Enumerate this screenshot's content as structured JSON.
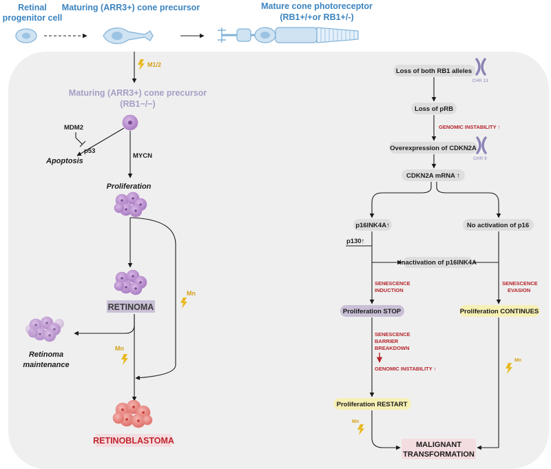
{
  "top": {
    "retinal": [
      "Retinal",
      "progenitor cell"
    ],
    "maturing": "Maturing (ARR3+) cone precursor",
    "mature_line1": "Mature cone photoreceptor",
    "mature_line2": "(RB1+/+or RB1+/-)"
  },
  "left": {
    "m12": "M1/2",
    "maturing_rb": "Maturing (ARR3+) cone precursor",
    "rb1": "(RB1−/−)",
    "mdm2": "MDM2",
    "p53": "p53",
    "apoptosis": "Apoptosis",
    "mycn": "MYCN",
    "proliferation": "Proliferation",
    "retinoma": "RETINOMA",
    "retinoma_maint": [
      "Retinoma",
      "maintenance"
    ],
    "mn": "Mn",
    "retinoblastoma": "RETINOBLASTOMA"
  },
  "right": {
    "loss_both": "Loss of both RB1 alleles",
    "chr13": "CHR 13",
    "loss_prb": "Loss of pRB",
    "genomic_instab": "GENOMIC INSTABILITY ↑",
    "overexpr": "Overexpression of CDKN2A",
    "chr9": "CHR 9",
    "cdkn2a_mrna": "CDKN2A mRNA ↑",
    "p16": "p16INK4A↑",
    "no_activation": "No activation of p16",
    "p130": "p130↑",
    "inactivation": "Inactivation of p16INK4A",
    "sen_induction": [
      "SENESCENCE",
      "INDUCTION"
    ],
    "sen_evasion": [
      "SENESCENCE",
      "EVASION"
    ],
    "prolif_stop": "Proliferation STOP",
    "prolif_continues": "Proliferation CONTINUES",
    "barrier": [
      "SENESCENCE",
      "BARRIER",
      "BREAKDOWN"
    ],
    "genomic_instab2": "GENOMIC INSTABILITY ↑",
    "prolif_restart": "Proliferation RESTART",
    "mn": "Mn",
    "malignant": [
      "MALIGNANT",
      "TRANSFORMATION"
    ]
  },
  "colors": {
    "panel": "#efefef",
    "blue": "#3b84c0",
    "lavender": "#a49fc6",
    "red": "#b5242a",
    "gold": "#e8b923",
    "pill_grey": "#dedede",
    "pill_purple": "#c9c0d6",
    "pill_yellow": "#f7f0b5",
    "pill_pink": "#f4dde0"
  }
}
